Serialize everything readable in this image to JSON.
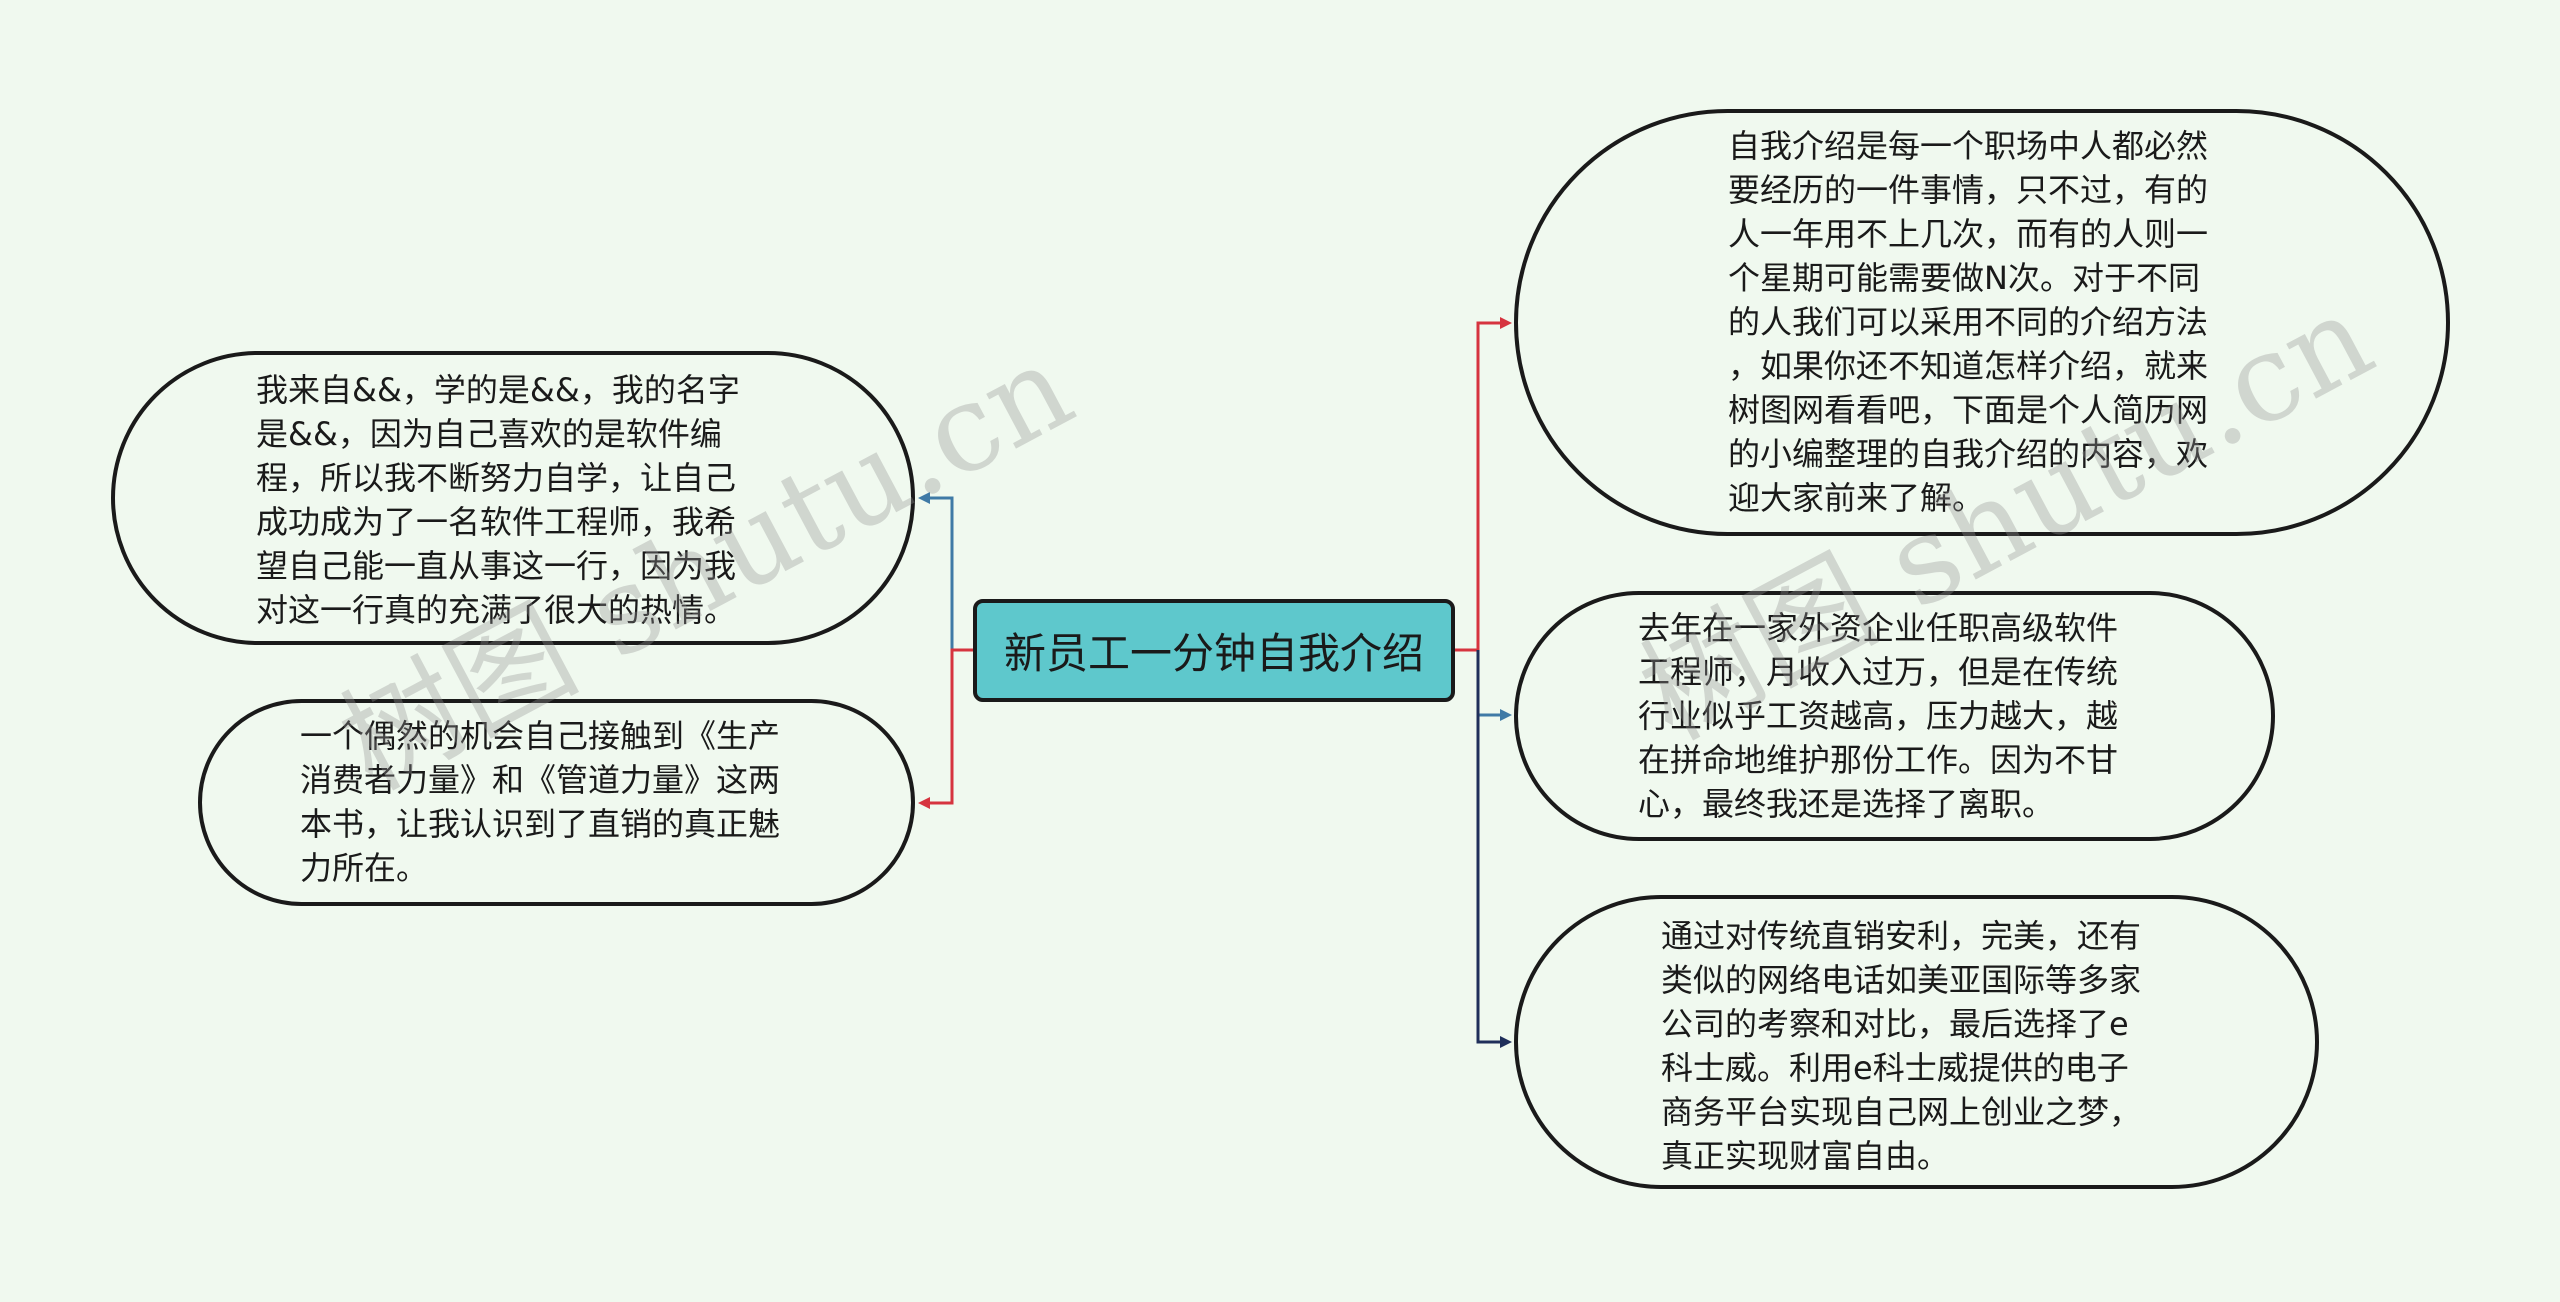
{
  "center": {
    "label": "新员工一分钟自我介绍"
  },
  "left": [
    {
      "text": "我来自&&，学的是&&，我的名字\n是&&，因为自己喜欢的是软件编\n程，所以我不断努力自学，让自己\n成功成为了一名软件工程师，我希\n望自己能一直从事这一行，因为我\n对这一行真的充满了很大的热情。"
    },
    {
      "text": "一个偶然的机会自己接触到《生产\n消费者力量》和《管道力量》这两\n本书，让我认识到了直销的真正魅\n力所在。"
    }
  ],
  "right": [
    {
      "text": "自我介绍是每一个职场中人都必然\n要经历的一件事情，只不过，有的\n人一年用不上几次，而有的人则一\n个星期可能需要做N次。对于不同\n的人我们可以采用不同的介绍方法\n，如果你还不知道怎样介绍，就来\n树图网看看吧，下面是个人简历网\n的小编整理的自我介绍的内容，欢\n迎大家前来了解。"
    },
    {
      "text": "去年在一家外资企业任职高级软件\n工程师，月收入过万，但是在传统\n行业似乎工资越高，压力越大，越\n在拼命地维护那份工作。因为不甘\n心，最终我还是选择了离职。"
    },
    {
      "text": "通过对传统直销安利，完美，还有\n类似的网络电话如美亚国际等多家\n公司的考察和对比，最后选择了e\n科士威。利用e科士威提供的电子\n商务平台实现自己网上创业之梦，\n真正实现财富自由。"
    }
  ],
  "watermark": [
    "树图 shutu.cn",
    "树图 shutu.cn"
  ],
  "colors": {
    "background": "#f0f9ef",
    "center_fill": "#5ec8cc",
    "link_blue": "#3f7aa6",
    "link_red": "#d6343f",
    "link_navy": "#1f2f5a"
  }
}
